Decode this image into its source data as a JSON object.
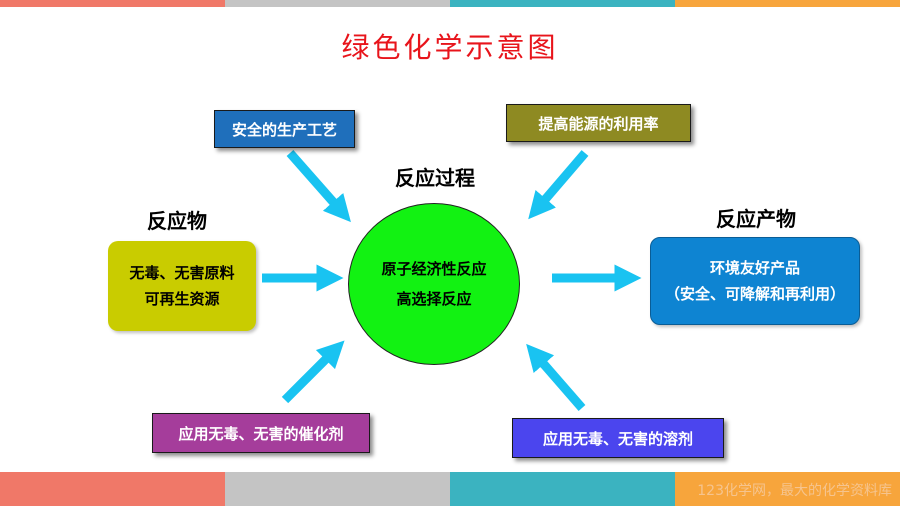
{
  "title": "绿色化学示意图",
  "headings": {
    "reactants": "反应物",
    "process": "反应过程",
    "products": "反应产物"
  },
  "boxes": {
    "safe_process": "安全的生产工艺",
    "energy_efficiency": "提高能源的利用率",
    "catalyst": "应用无毒、无害的催化剂",
    "solvent": "应用无毒、无害的溶剂"
  },
  "reactant_box": {
    "line1": "无毒、无害原料",
    "line2": "可再生资源"
  },
  "product_box": {
    "line1": "环境友好产品",
    "line2": "（安全、可降解和再利用）"
  },
  "center": {
    "line1": "原子经济性反应",
    "line2": "高选择反应"
  },
  "watermark": "123化学网，最大的化学资料库",
  "colors": {
    "bar_coral": "#f07868",
    "bar_gray": "#c4c4c4",
    "bar_teal": "#3bb3c0",
    "bar_orange": "#f7a53c",
    "title_red": "#e8141b",
    "arrow_cyan": "#19c3f1",
    "box_blue": "#1f6fbb",
    "box_olive": "#8e8a22",
    "box_purple": "#a53d9b",
    "box_indigo": "#4b45ee",
    "reactant_yellow": "#c9cc00",
    "product_blue": "#0e84d2",
    "center_green": "#12f212"
  }
}
